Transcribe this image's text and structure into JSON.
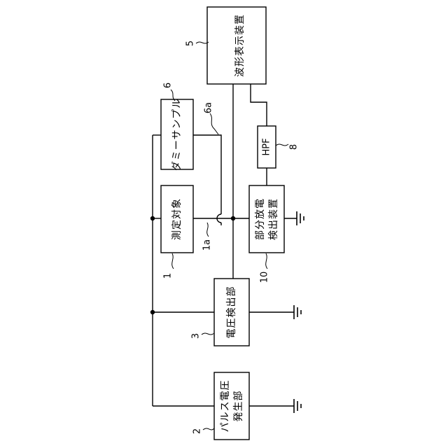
{
  "blocks": {
    "waveform": {
      "label": "波形表示装置",
      "ref": "5"
    },
    "dummy": {
      "label": "ダミーサンプル",
      "ref": "6",
      "lead_ref": "6a"
    },
    "target": {
      "label": "測定対象",
      "ref": "1",
      "lead_ref": "1a"
    },
    "hpf": {
      "label": "HPF",
      "ref": "8"
    },
    "pd": {
      "line1": "部分放電",
      "line2": "検出装置",
      "ref": "10"
    },
    "voltage": {
      "label": "電圧検出部",
      "ref": "3"
    },
    "pulse": {
      "line1": "パルス電圧",
      "line2": "発生部",
      "ref": "2"
    }
  }
}
